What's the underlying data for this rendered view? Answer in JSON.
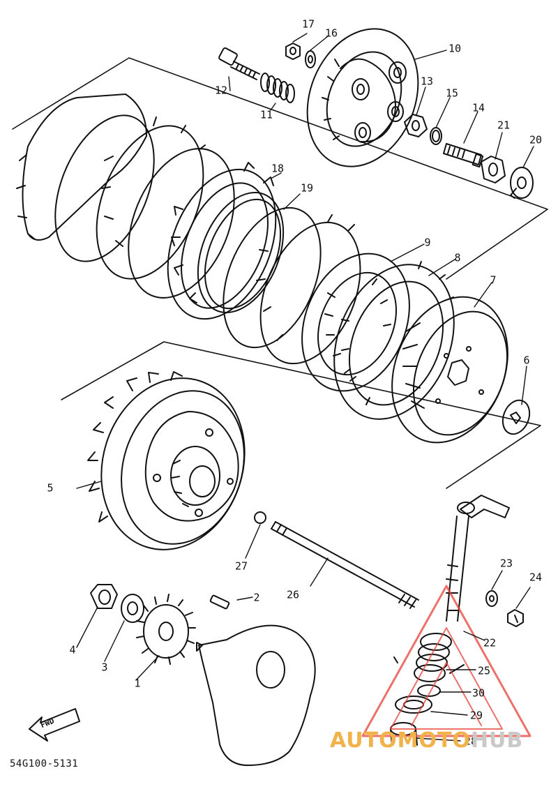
{
  "diagram": {
    "part_labels": [
      "1",
      "2",
      "3",
      "4",
      "5",
      "6",
      "7",
      "8",
      "9",
      "10",
      "11",
      "12",
      "13",
      "14",
      "15",
      "16",
      "17",
      "18",
      "19",
      "20",
      "21",
      "22",
      "23",
      "24",
      "25",
      "26",
      "27",
      "28",
      "29",
      "30"
    ],
    "drawing_code": "54G100-5131",
    "direction_label": "FWD",
    "watermark": {
      "part_a": "AUTOMOTO",
      "part_b": "HUB",
      "accent_color": "#e8413a"
    }
  }
}
